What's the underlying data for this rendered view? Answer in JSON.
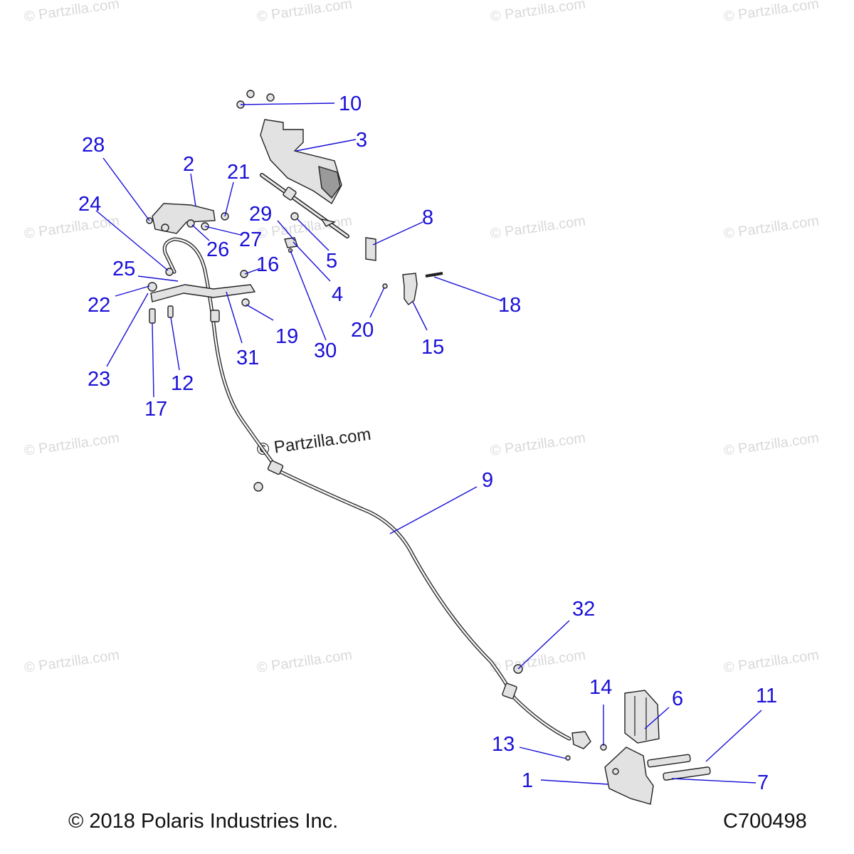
{
  "watermark": "© Partzilla.com",
  "center_watermark": "© Partzilla.com",
  "copyright": "© 2018 Polaris Industries Inc.",
  "diagram_code": "C700498",
  "callouts": {
    "c1": "1",
    "c2": "2",
    "c3": "3",
    "c4": "4",
    "c5": "5",
    "c6": "6",
    "c7": "7",
    "c8": "8",
    "c9": "9",
    "c10": "10",
    "c11": "11",
    "c12": "12",
    "c13": "13",
    "c14": "14",
    "c15": "15",
    "c16": "16",
    "c17": "17",
    "c18": "18",
    "c19": "19",
    "c20": "20",
    "c21": "21",
    "c22": "22",
    "c23": "23",
    "c24": "24",
    "c25": "25",
    "c26": "26",
    "c27": "27",
    "c28": "28",
    "c29": "29",
    "c30": "30",
    "c31": "31",
    "c32": "32"
  },
  "colors": {
    "callout": "#1a10d8",
    "watermark": "#d9d9d9"
  }
}
